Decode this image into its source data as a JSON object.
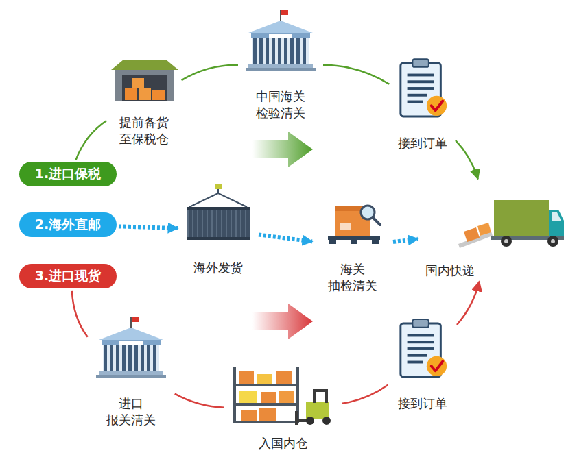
{
  "diagram": {
    "nodes": [
      {
        "text": [
          "1.进口保税"
        ]
      },
      {
        "text": [
          "2.海外直邮"
        ]
      },
      {
        "text": [
          "3.进口现货"
        ]
      },
      {
        "text": [
          "提前备货 至保税仓"
        ]
      },
      {
        "text": [
          "中国海关 检验清关"
        ]
      },
      {
        "text": [
          "接到订单"
        ]
      },
      {
        "text": [
          "海外发货"
        ]
      },
      {
        "text": [
          "海关 抽检清关"
        ]
      },
      {
        "text": [
          "国内快递"
        ]
      },
      {
        "text": [
          "进口 报关清关"
        ]
      },
      {
        "text": [
          "入国内仓"
        ]
      },
      {
        "text": [
          "接到订单"
        ]
      }
    ],
    "edges": [
      {
        "from": 0,
        "to": 3,
        "arrow": "none"
      },
      {
        "from": 3,
        "to": 4,
        "arrow": "none"
      },
      {
        "from": 4,
        "to": 5,
        "arrow": "none"
      },
      {
        "from": 5,
        "to": 8,
        "arrow": "to"
      },
      {
        "from": 1,
        "to": 6,
        "arrow": "to"
      },
      {
        "from": 6,
        "to": 7,
        "arrow": "to"
      },
      {
        "from": 7,
        "to": 8,
        "arrow": "to"
      },
      {
        "from": 2,
        "to": 9,
        "arrow": "none"
      },
      {
        "from": 9,
        "to": 10,
        "arrow": "none"
      },
      {
        "from": 10,
        "to": 11,
        "arrow": "none"
      },
      {
        "from": 11,
        "to": 8,
        "arrow": "to"
      }
    ]
  }
}
